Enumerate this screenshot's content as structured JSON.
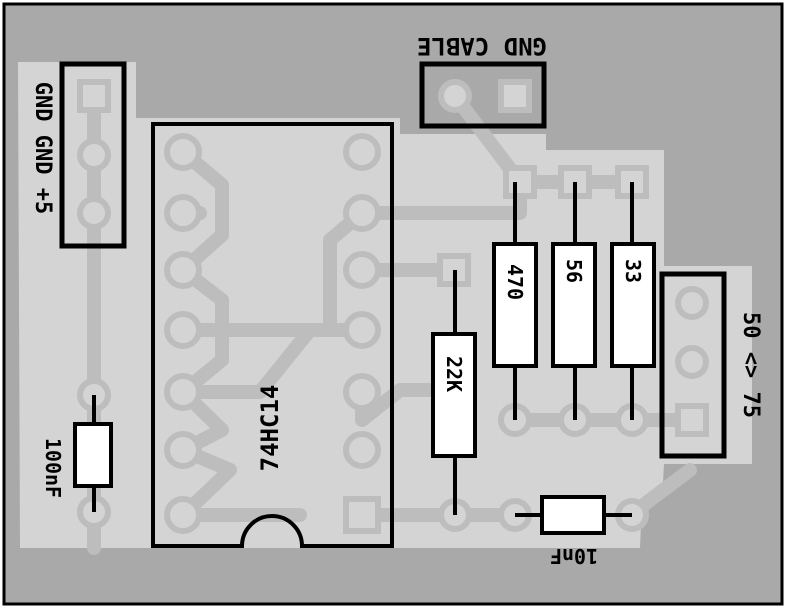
{
  "board": {
    "colors": {
      "board": "#a9a9a9",
      "copper": "#d4d4d4",
      "pad": "#d4d4d4",
      "silk": "#000000",
      "white": "#ffffff"
    },
    "labels": {
      "gnd_cable": "GND CABLE",
      "power_header": "GND GND +5",
      "ic": "74HC14",
      "cap_100n": "100nF",
      "cap_10n": "10nF",
      "r_470": "470",
      "r_56": "56",
      "r_33": "33",
      "r_22k": "22K",
      "impedance": "50 <> 75"
    }
  }
}
